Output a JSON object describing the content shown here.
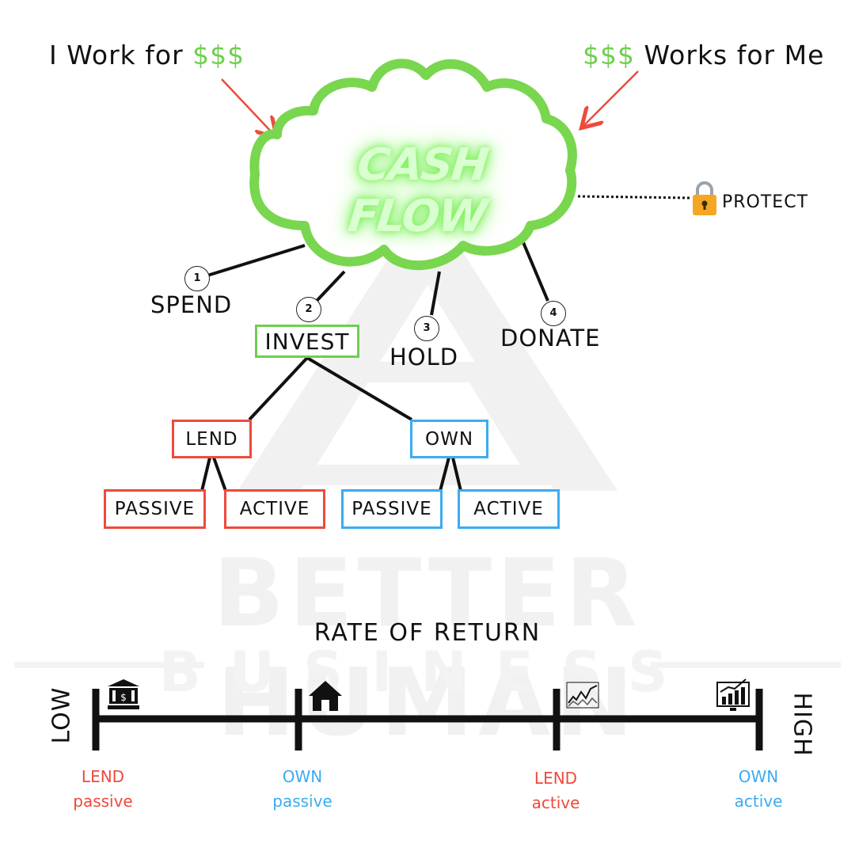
{
  "watermark": {
    "line1": "BETTER HUMAN",
    "line2": "BUSINESS"
  },
  "headline_left": {
    "prefix": "I Work for ",
    "money": "$$$"
  },
  "headline_right": {
    "money": "$$$",
    "suffix": " Works for Me"
  },
  "cloud": {
    "title": "CASH FLOW"
  },
  "protect": {
    "label": "PROTECT"
  },
  "branches": [
    {
      "number": "1",
      "label": "SPEND"
    },
    {
      "number": "2",
      "label": "INVEST"
    },
    {
      "number": "3",
      "label": "HOLD"
    },
    {
      "number": "4",
      "label": "DONATE"
    }
  ],
  "invest_children": {
    "lend": {
      "label": "LEND",
      "passive": "PASSIVE",
      "active": "ACTIVE"
    },
    "own": {
      "label": "OWN",
      "passive": "PASSIVE",
      "active": "ACTIVE"
    }
  },
  "scale": {
    "title": "RATE OF RETURN",
    "low": "LOW",
    "high": "HIGH",
    "ticks": [
      {
        "top": "LEND",
        "bottom": "passive",
        "icon": "bank-icon"
      },
      {
        "top": "OWN",
        "bottom": "passive",
        "icon": "house-icon"
      },
      {
        "top": "LEND",
        "bottom": "active",
        "icon": "stock-chart-icon"
      },
      {
        "top": "OWN",
        "bottom": "active",
        "icon": "analytics-monitor-icon"
      }
    ]
  },
  "colors": {
    "green": "#6fcf4e",
    "red": "#ee4a3c",
    "blue": "#3cabf0",
    "arrow": "#ee4a3c"
  }
}
